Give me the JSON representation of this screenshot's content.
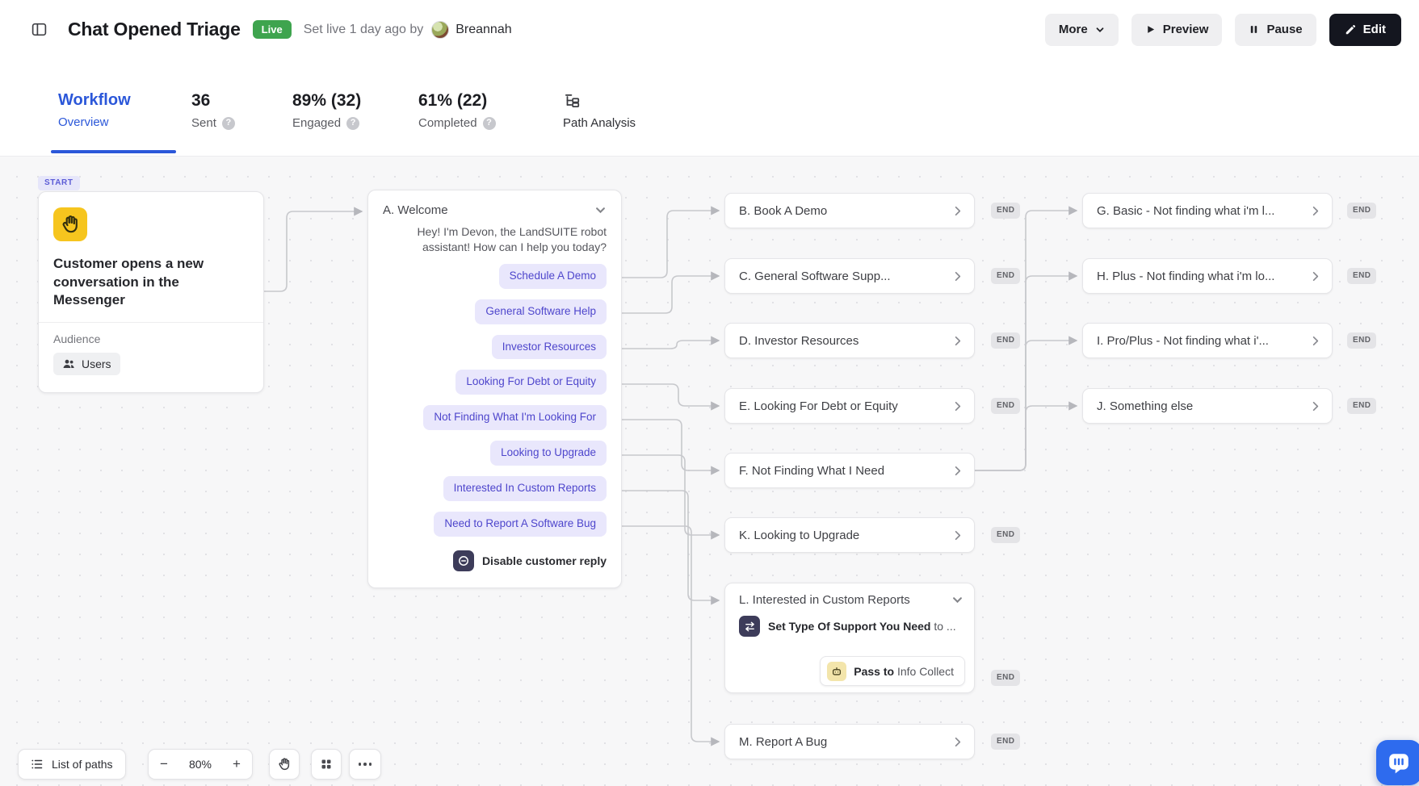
{
  "header": {
    "title": "Chat Opened Triage",
    "status_badge": "Live",
    "set_live_text": "Set live 1 day ago by",
    "author": "Breannah",
    "buttons": {
      "more": "More",
      "preview": "Preview",
      "pause": "Pause",
      "edit": "Edit"
    }
  },
  "icons": {
    "help": "?"
  },
  "tabs": [
    {
      "value": "Workflow",
      "label": "Overview"
    },
    {
      "value": "36",
      "label": "Sent"
    },
    {
      "value": "89% (32)",
      "label": "Engaged"
    },
    {
      "value": "61% (22)",
      "label": "Completed"
    },
    {
      "label": "Path Analysis"
    }
  ],
  "canvas": {
    "start_badge": "START",
    "trigger": {
      "title": "Customer opens a new conversation in the Messenger",
      "audience_label": "Audience",
      "audience_value": "Users"
    },
    "welcome": {
      "title": "A. Welcome",
      "message": "Hey! I'm Devon, the LandSUITE robot assistant! How can I help you today?",
      "replies": [
        "Schedule A Demo",
        "General Software Help",
        "Investor Resources",
        "Looking For Debt or Equity",
        "Not Finding What I'm Looking For",
        "Looking to Upgrade",
        "Interested In Custom Reports",
        "Need to Report A Software Bug"
      ],
      "disable_reply": "Disable customer reply"
    },
    "paths_col1": [
      {
        "label": "B. Book A Demo"
      },
      {
        "label": "C. General Software Supp..."
      },
      {
        "label": "D. Investor Resources"
      },
      {
        "label": "E. Looking For Debt or Equity"
      },
      {
        "label": "F. Not Finding What I Need"
      },
      {
        "label": "K. Looking to Upgrade"
      },
      {
        "label": "M. Report A Bug"
      }
    ],
    "custom_reports": {
      "title": "L. Interested in Custom Reports",
      "action_bold": "Set Type Of Support You Need",
      "action_rest": " to ...",
      "pass_bold": "Pass to",
      "pass_rest": " Info Collect"
    },
    "paths_col2": [
      {
        "label": "G. Basic - Not finding what i'm l..."
      },
      {
        "label": "H. Plus - Not finding what i'm lo..."
      },
      {
        "label": "I. Pro/Plus - Not finding what i'..."
      },
      {
        "label": "J. Something else"
      }
    ],
    "end_label": "END"
  },
  "toolbar": {
    "list_of_paths": "List of paths",
    "zoom_out": "−",
    "zoom_level": "80%",
    "zoom_in": "+"
  },
  "colors": {
    "accent_blue": "#2b57d9",
    "reply_pill_bg": "#e9e7fc",
    "reply_pill_text": "#4e46cc",
    "live_green": "#3ea44e",
    "edit_button_bg": "#14161f",
    "launcher_blue": "#2e6bee",
    "trigger_icon_yellow": "#f6c51e",
    "start_badge_text": "#5c5cd6"
  }
}
